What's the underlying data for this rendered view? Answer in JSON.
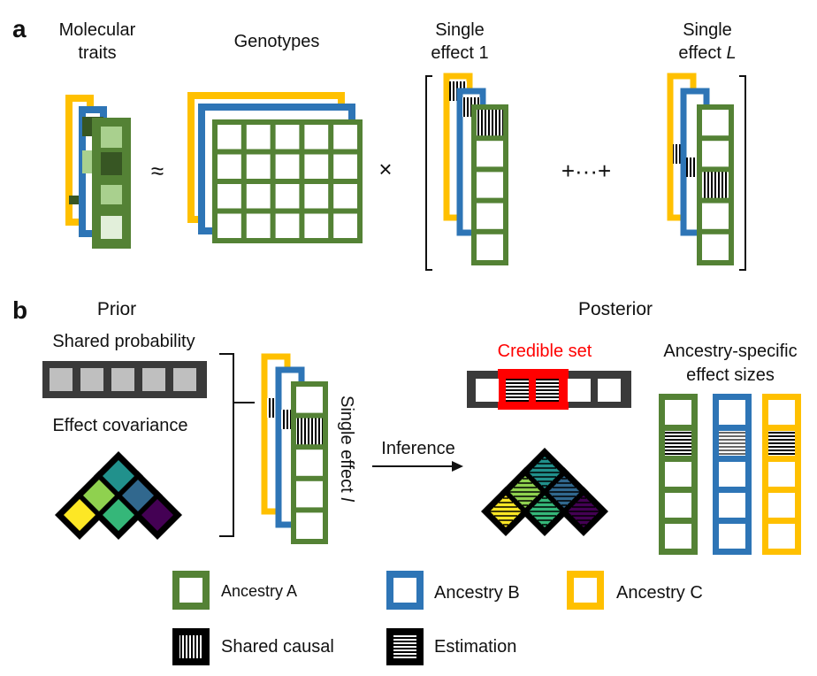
{
  "panel_a": {
    "letter": "a",
    "molecular_traits_line1": "Molecular",
    "molecular_traits_line2": "traits",
    "approx": "≈",
    "genotypes": "Genotypes",
    "times": "×",
    "single_effect1_line1": "Single",
    "single_effect1_line2": "effect 1",
    "plus_dots": "+···+",
    "single_effectL_line1": "Single",
    "single_effectL_line2_prefix": "effect ",
    "single_effectL_line2_italic": "L"
  },
  "panel_b": {
    "letter": "b",
    "prior": "Prior",
    "shared_probability": "Shared probability",
    "effect_covariance": "Effect covariance",
    "single_effect_l_prefix": "Single effect ",
    "single_effect_l_italic": "l",
    "inference": "Inference",
    "posterior": "Posterior",
    "credible_set": "Credible set",
    "ancestry_specific_line1": "Ancestry-specific",
    "ancestry_specific_line2": "effect sizes"
  },
  "legend": {
    "ancestry_a": "Ancestry A",
    "ancestry_b": "Ancestry B",
    "ancestry_c": "Ancestry C",
    "shared_causal": "Shared causal",
    "estimation": "Estimation"
  },
  "colors": {
    "ancestry_a": "#548235",
    "ancestry_b": "#2e75b6",
    "ancestry_c": "#ffc000",
    "credible": "#ff0000",
    "dark_bar": "#3a3a3a",
    "trait_dark": "#375623",
    "trait_mid": "#a9d08e",
    "trait_light": "#e2efda",
    "cov_yellow": "#fde725",
    "cov_lightgreen": "#8fd14f",
    "cov_teal_green": "#35b779",
    "cov_teal": "#21918c",
    "cov_blue": "#31688e",
    "cov_purple": "#440154"
  }
}
